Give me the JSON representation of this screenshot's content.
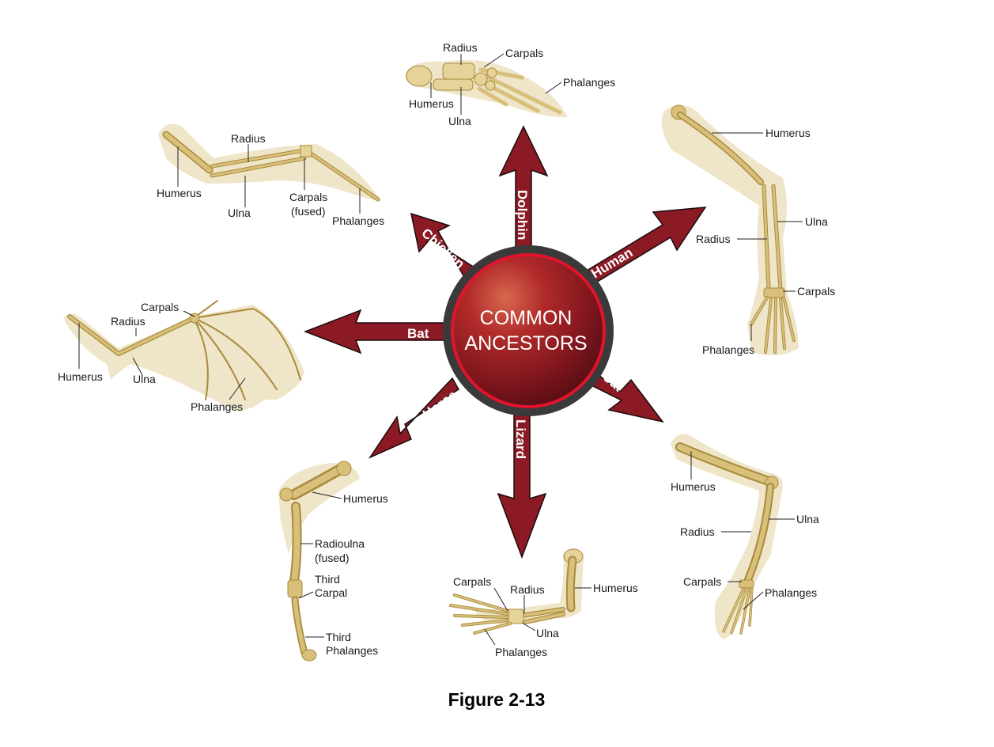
{
  "figure": {
    "caption": "Figure 2-13",
    "center": {
      "line1": "COMMON",
      "line2": "ANCESTORS"
    },
    "colors": {
      "arrow": "#8b1a24",
      "sphere_dark": "#5e0f16",
      "sphere_light": "#d8684e",
      "sphere_ring": "#e0142a",
      "outer_ring": "#3a3a3a",
      "skin": "#efe5c8",
      "bone": "#d8c07a"
    },
    "arrows": [
      {
        "label": "Dolphin",
        "direction": "up"
      },
      {
        "label": "Human",
        "direction": "up-right"
      },
      {
        "label": "Cat",
        "direction": "down-right"
      },
      {
        "label": "Lizard",
        "direction": "down"
      },
      {
        "label": "Horse",
        "direction": "down-left"
      },
      {
        "label": "Bat",
        "direction": "left"
      },
      {
        "label": "Chicken",
        "direction": "up-left"
      }
    ],
    "limbs": {
      "dolphin": {
        "labels": [
          "Radius",
          "Carpals",
          "Phalanges",
          "Humerus",
          "Ulna"
        ]
      },
      "chicken": {
        "labels": [
          "Radius",
          "Humerus",
          "Ulna",
          "Carpals",
          "(fused)",
          "Phalanges"
        ]
      },
      "bat": {
        "labels": [
          "Carpals",
          "Radius",
          "Humerus",
          "Ulna",
          "Phalanges"
        ]
      },
      "human": {
        "labels": [
          "Humerus",
          "Ulna",
          "Radius",
          "Carpals",
          "Phalanges"
        ]
      },
      "cat": {
        "labels": [
          "Humerus",
          "Ulna",
          "Radius",
          "Carpals",
          "Phalanges"
        ]
      },
      "horse": {
        "labels": [
          "Humerus",
          "Radioulna",
          "(fused)",
          "Third",
          "Carpal",
          "Third",
          "Phalanges"
        ]
      },
      "lizard": {
        "labels": [
          "Carpals",
          "Radius",
          "Humerus",
          "Ulna",
          "Phalanges"
        ]
      }
    }
  }
}
